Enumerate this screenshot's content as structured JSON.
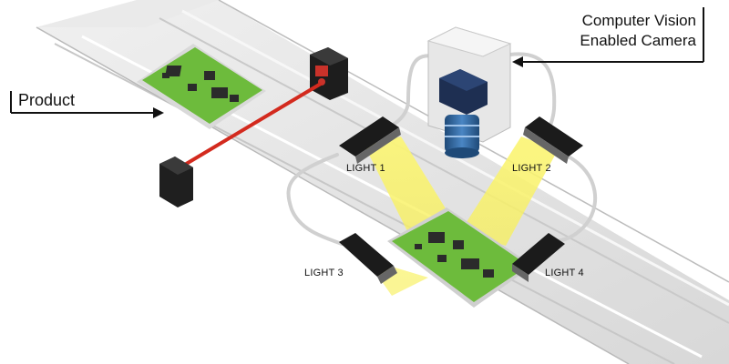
{
  "annotations": {
    "camera_line1": "Computer Vision",
    "camera_line2": "Enabled Camera",
    "product": "Product"
  },
  "lights": [
    "LIGHT 1",
    "LIGHT 2",
    "LIGHT 3",
    "LIGHT 4"
  ],
  "colors": {
    "belt": "#e3e3e3",
    "belt_edge": "#bdbdbd",
    "pcb_green": "#6dbb3c",
    "pcb_chip": "#2b2b2b",
    "light_beam": "#f6f06a",
    "laser": "#d32a1e",
    "camera_lens": "#2d5f95",
    "cable": "#d6d6d6",
    "callout_line": "#111111"
  }
}
